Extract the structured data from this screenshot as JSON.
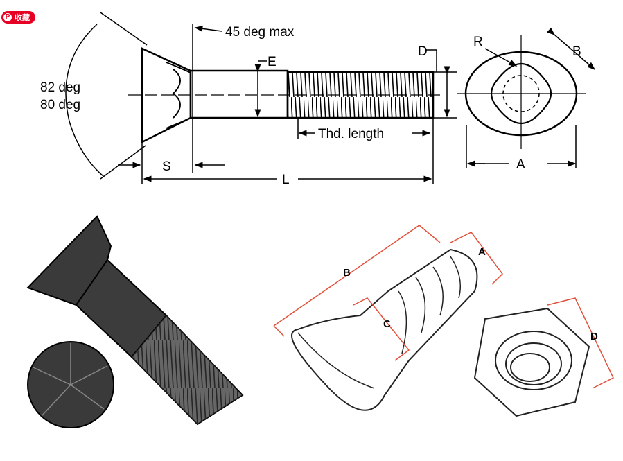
{
  "badge": {
    "label": "收藏",
    "icon": "pinterest-icon",
    "color": "#e60023"
  },
  "drawing": {
    "angle_max": "45 deg max",
    "angle_82": "82 deg",
    "angle_80": "80 deg",
    "label_e": "E",
    "label_d": "D",
    "label_s": "S",
    "label_l": "L",
    "thread_length": "Thd. length",
    "label_r": "R",
    "label_b": "B",
    "label_a": "A"
  },
  "iso": {
    "label_a": "A",
    "label_b": "B",
    "label_c": "C",
    "label_d": "D",
    "dim_color": "#e0503a"
  }
}
